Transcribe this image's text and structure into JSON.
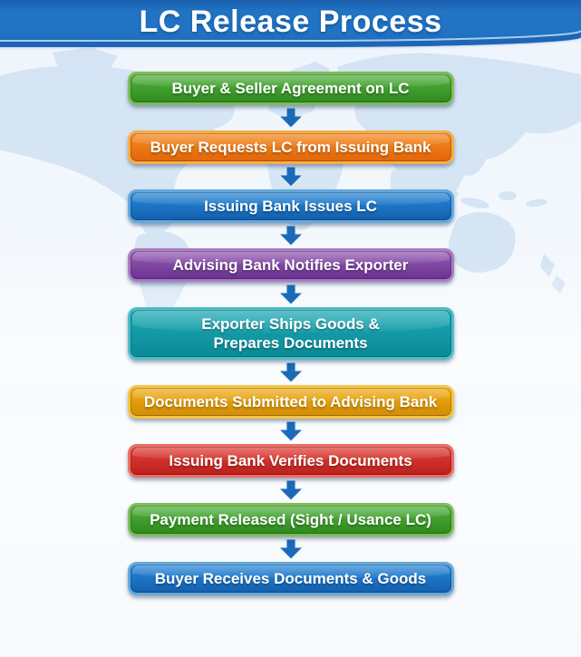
{
  "header": {
    "title": "LC Release Process"
  },
  "background": {
    "header_blue": "#2173c4",
    "map_color": "#cfe1f3",
    "page_top": "#eef4fb",
    "page_bottom": "#f7f9fc"
  },
  "flow": {
    "arrow_color": "#1a6ab8",
    "steps": [
      {
        "label": "Buyer & Seller Agreement on LC",
        "colors": {
          "rim": "#7fbd55",
          "top": "#4caa38",
          "bottom": "#2e8a1f"
        }
      },
      {
        "label": "Buyer Requests LC from Issuing Bank",
        "colors": {
          "rim": "#f9ad43",
          "top": "#f1831c",
          "bottom": "#e2660a"
        }
      },
      {
        "label": "Issuing Bank Issues LC",
        "colors": {
          "rim": "#64a9dc",
          "top": "#2381d1",
          "bottom": "#135fae"
        }
      },
      {
        "label": "Advising Bank Notifies Exporter",
        "colors": {
          "rim": "#ab7bc3",
          "top": "#8d54ac",
          "bottom": "#693390"
        }
      },
      {
        "label": "Exporter Ships Goods &\nPrepares Documents",
        "colors": {
          "rim": "#4cbec7",
          "top": "#16a3af",
          "bottom": "#0c8a96"
        }
      },
      {
        "label": "Documents Submitted to Advising Bank",
        "colors": {
          "rim": "#f6c43e",
          "top": "#eba713",
          "bottom": "#d18e07"
        }
      },
      {
        "label": "Issuing Bank Verifies Documents",
        "colors": {
          "rim": "#ef6d63",
          "top": "#da3a33",
          "bottom": "#bb211d"
        }
      },
      {
        "label": "Payment Released (Sight / Usance LC)",
        "colors": {
          "rim": "#7fbd55",
          "top": "#4caa38",
          "bottom": "#2e8a1f"
        }
      },
      {
        "label": "Buyer Receives Documents & Goods",
        "colors": {
          "rim": "#64a9dc",
          "top": "#2381d1",
          "bottom": "#135fae"
        }
      }
    ]
  }
}
